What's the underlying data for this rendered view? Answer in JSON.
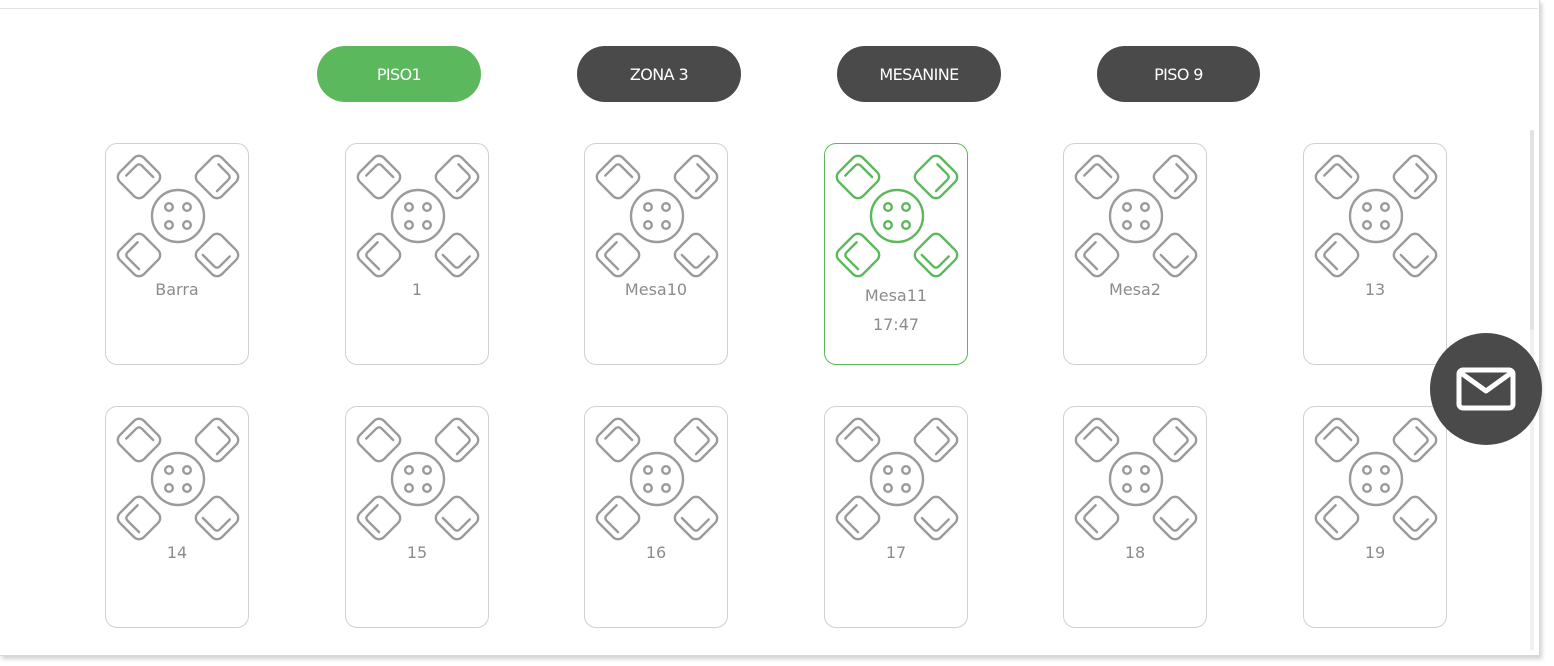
{
  "tabs": [
    {
      "label": "PISO1",
      "active": true
    },
    {
      "label": "ZONA 3",
      "active": false
    },
    {
      "label": "MESANINE",
      "active": false
    },
    {
      "label": "PISO 9",
      "active": false
    }
  ],
  "tables": [
    {
      "name": "Barra",
      "time": "",
      "active": false
    },
    {
      "name": "1",
      "time": "",
      "active": false
    },
    {
      "name": "Mesa10",
      "time": "",
      "active": false
    },
    {
      "name": "Mesa11",
      "time": "17:47",
      "active": true
    },
    {
      "name": "Mesa2",
      "time": "",
      "active": false
    },
    {
      "name": "13",
      "time": "",
      "active": false
    },
    {
      "name": "14",
      "time": "",
      "active": false
    },
    {
      "name": "15",
      "time": "",
      "active": false
    },
    {
      "name": "16",
      "time": "",
      "active": false
    },
    {
      "name": "17",
      "time": "",
      "active": false
    },
    {
      "name": "18",
      "time": "",
      "active": false
    },
    {
      "name": "19",
      "time": "",
      "active": false
    }
  ],
  "icons": {
    "table": "table-with-chairs-icon",
    "mail": "mail-icon"
  },
  "colors": {
    "accent": "#5cb85c",
    "tab_dark": "#4a4a4a",
    "card_border": "#d0d0d0",
    "icon_gray": "#9a9a9a",
    "label_gray": "#8c8c8c"
  }
}
